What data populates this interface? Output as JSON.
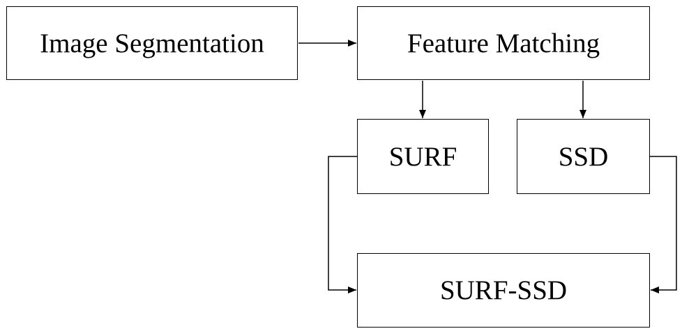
{
  "diagram": {
    "nodes": {
      "image_segmentation": "Image Segmentation",
      "feature_matching": "Feature Matching",
      "surf": "SURF",
      "ssd": "SSD",
      "surf_ssd": "SURF-SSD"
    },
    "edges": [
      {
        "from": "image_segmentation",
        "to": "feature_matching"
      },
      {
        "from": "feature_matching",
        "to": "surf"
      },
      {
        "from": "feature_matching",
        "to": "ssd"
      },
      {
        "from": "surf",
        "to": "surf_ssd"
      },
      {
        "from": "ssd",
        "to": "surf_ssd"
      }
    ],
    "colors": {
      "stroke": "#000000",
      "background": "#ffffff",
      "text": "#000000"
    }
  }
}
